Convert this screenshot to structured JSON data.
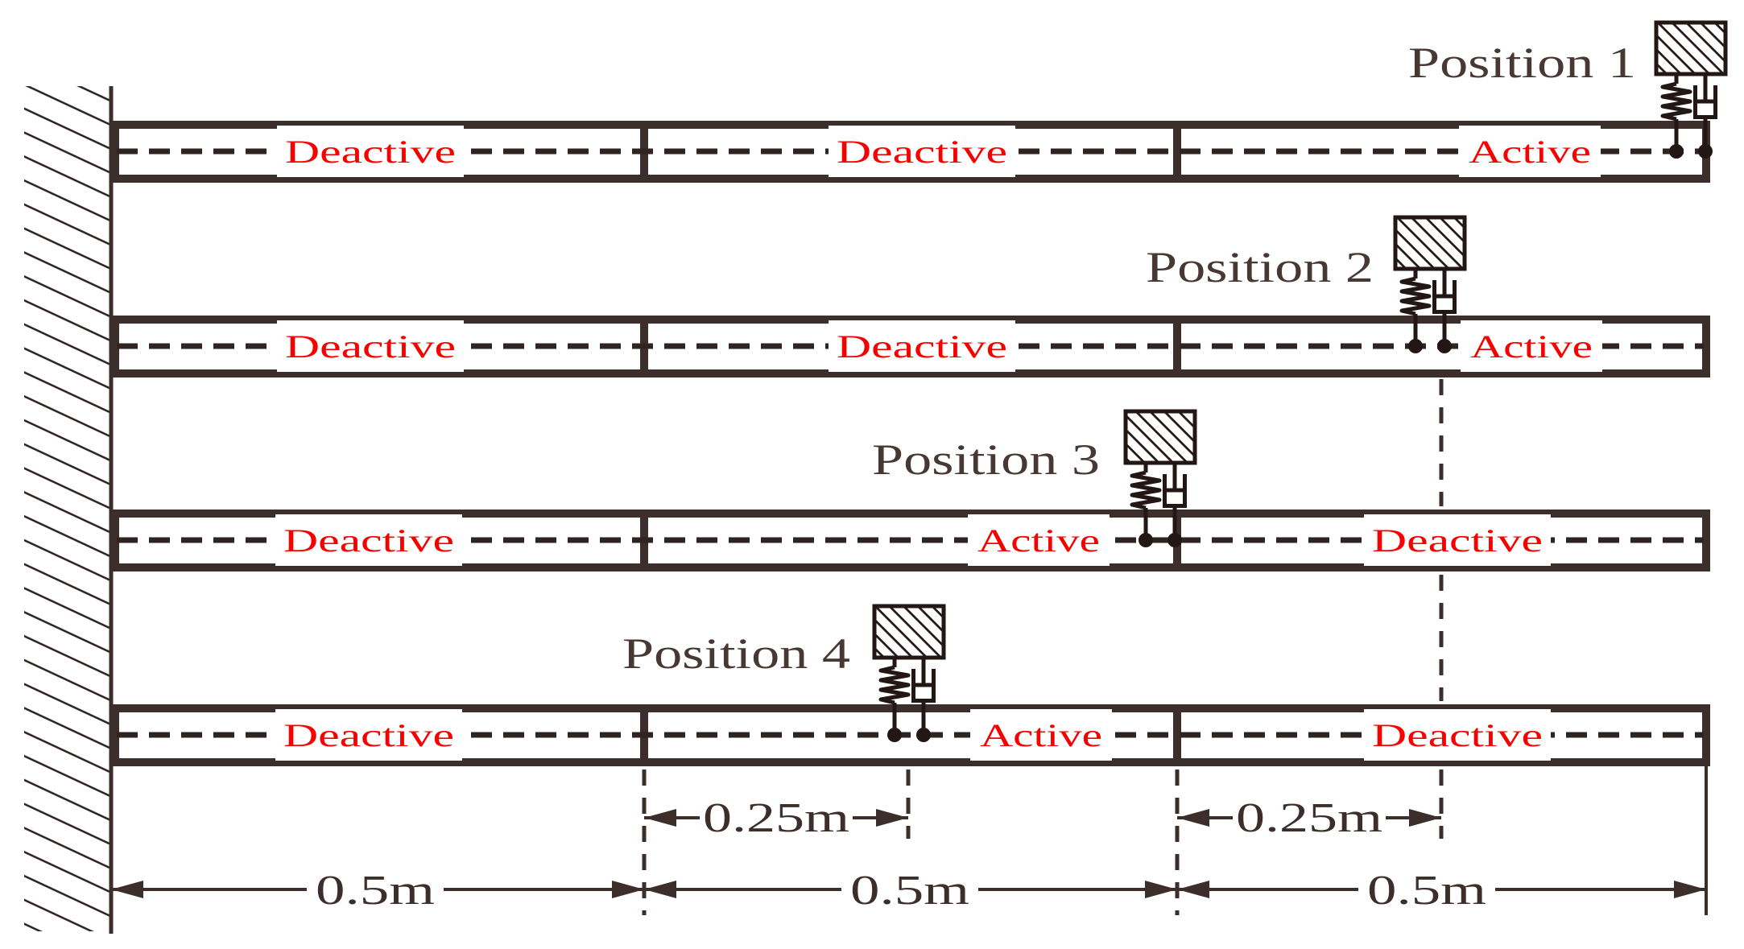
{
  "colors": {
    "line": "#3c2e2b",
    "mechanism": "#231715",
    "position_text": "#473834",
    "red_label": "#f70000",
    "background": "#ffffff"
  },
  "wall": {
    "name": "fixed-support-wall"
  },
  "beams": [
    {
      "labels": [
        "Deactive",
        "Deactive",
        "Active"
      ]
    },
    {
      "labels": [
        "Deactive",
        "Deactive",
        "Active"
      ]
    },
    {
      "labels": [
        "Deactive",
        "Active",
        "Deactive"
      ]
    },
    {
      "labels": [
        "Deactive",
        "Active",
        "Deactive"
      ]
    }
  ],
  "positions": [
    {
      "label": "Position 1"
    },
    {
      "label": "Position 2"
    },
    {
      "label": "Position 3"
    },
    {
      "label": "Position 4"
    }
  ],
  "dimensions": {
    "quarter_labels": [
      "0.25m",
      "0.25m"
    ],
    "half_labels": [
      "0.5m",
      "0.5m",
      "0.5m"
    ]
  }
}
